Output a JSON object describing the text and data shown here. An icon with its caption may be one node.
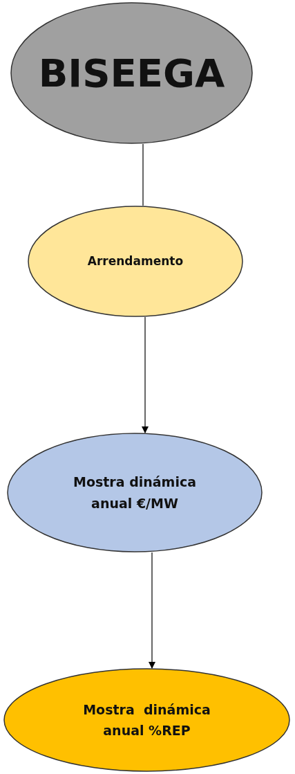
{
  "diagram": {
    "nodes": [
      {
        "text": [
          "BISEEGA"
        ]
      },
      {
        "text": [
          "Arrendamento"
        ]
      },
      {
        "text": [
          "Mostra dinámica anual €/MW"
        ]
      },
      {
        "text": [
          "Mostra  dinámica anual %REP"
        ]
      }
    ],
    "edges": [
      {
        "from": 0,
        "to": 1,
        "arrow": "none"
      },
      {
        "from": 1,
        "to": 2,
        "arrow": "to"
      },
      {
        "from": 2,
        "to": 3,
        "arrow": "to"
      }
    ]
  }
}
